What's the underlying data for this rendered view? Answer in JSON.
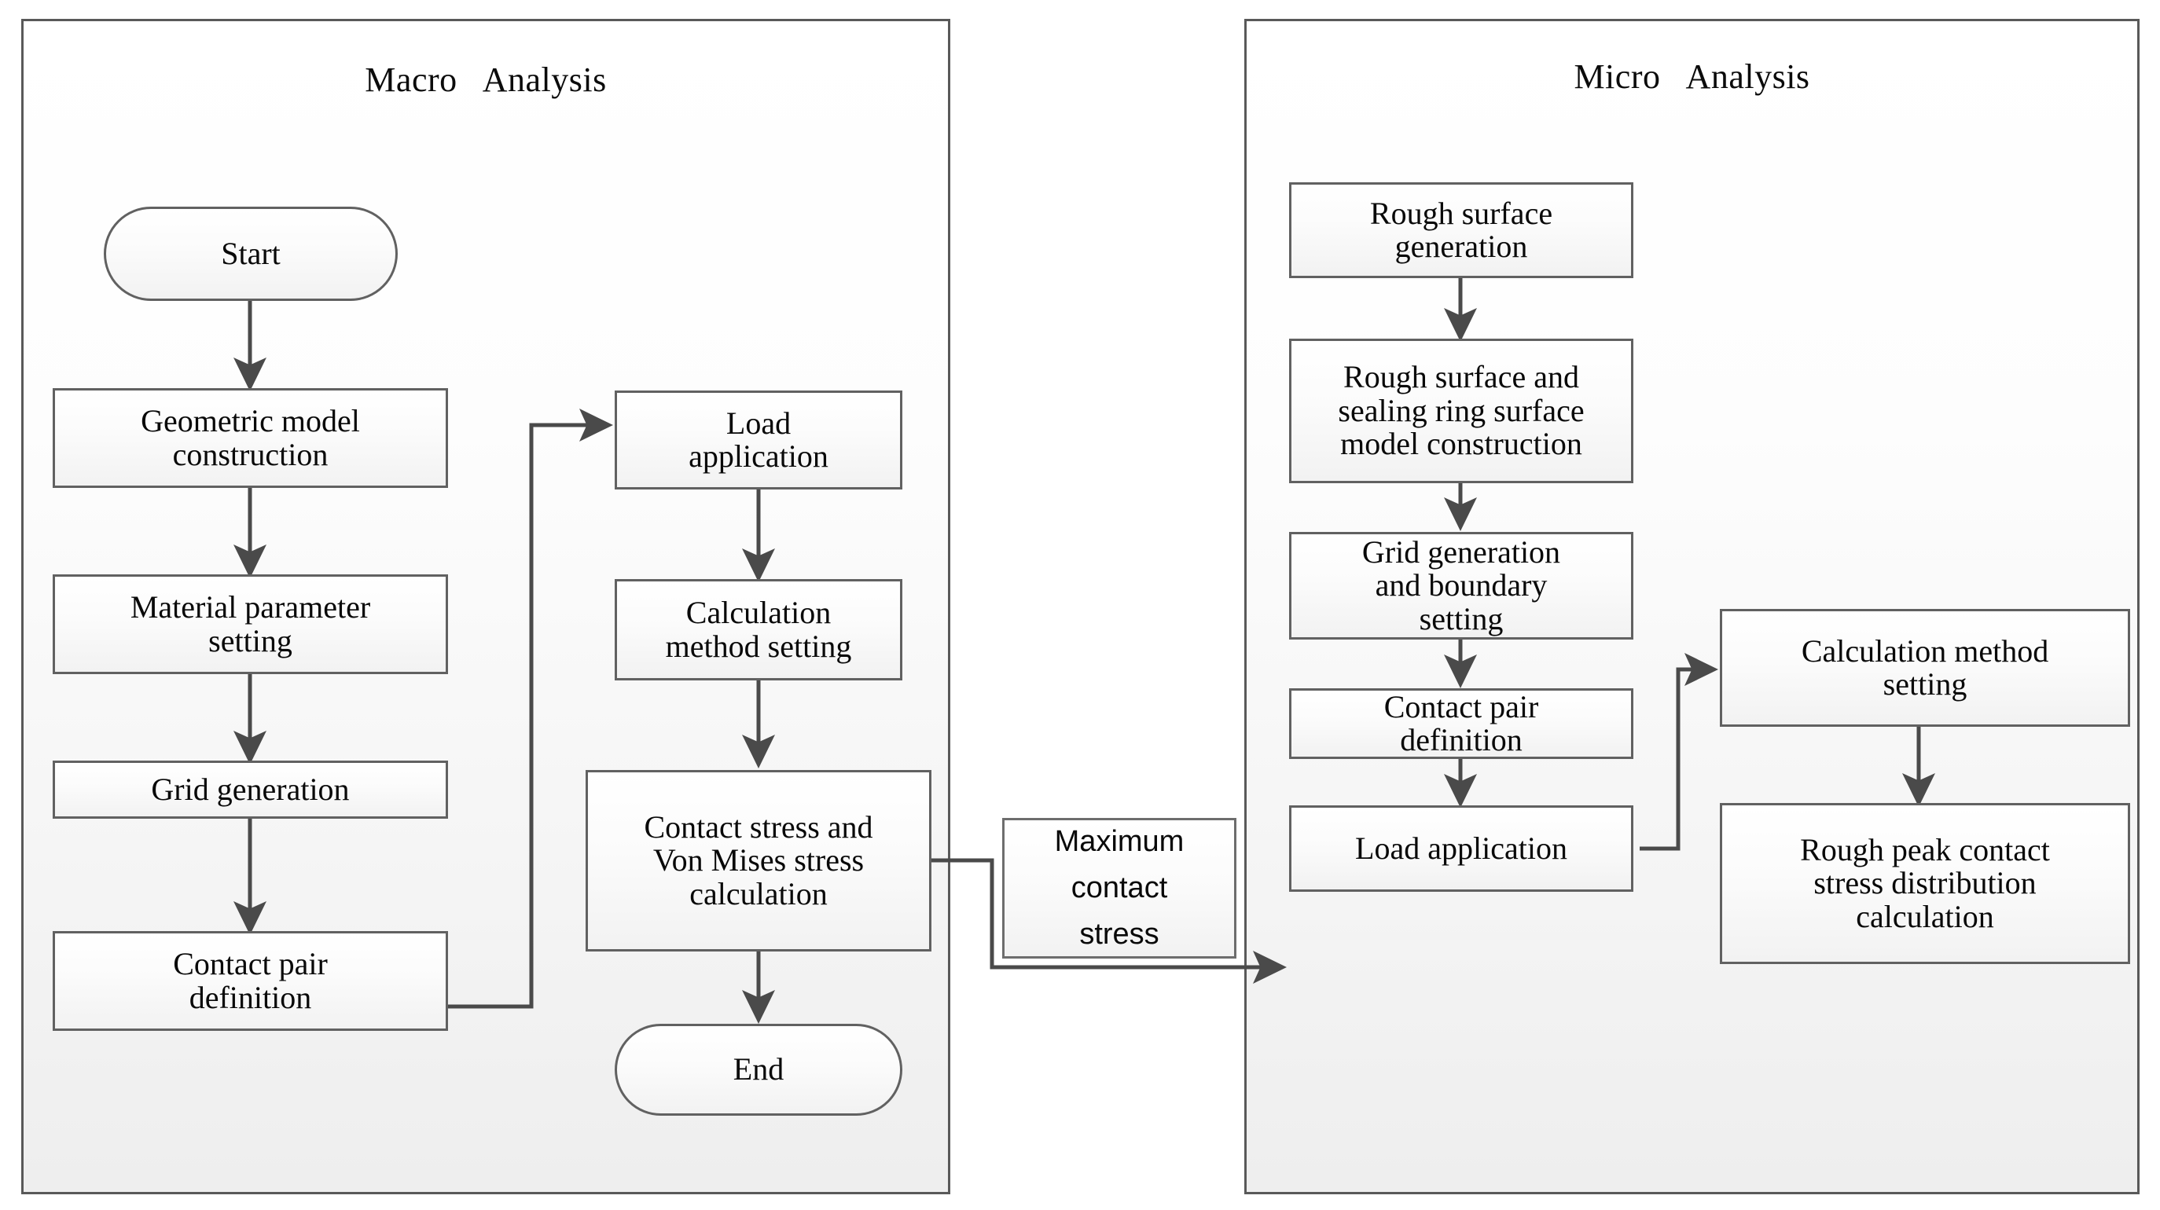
{
  "diagram": {
    "type": "flowchart",
    "title": "Macro and Micro Analysis flowchart",
    "panels": [
      {
        "id": "macro",
        "title": "Macro   Analysis",
        "nodes": [
          {
            "id": "start",
            "label": "Start",
            "shape": "terminal"
          },
          {
            "id": "geometric_model",
            "label": "Geometric model\nconstruction",
            "shape": "process"
          },
          {
            "id": "material_param",
            "label": "Material parameter\nsetting",
            "shape": "process"
          },
          {
            "id": "grid_generation",
            "label": "Grid generation",
            "shape": "process"
          },
          {
            "id": "contact_pair",
            "label": "Contact pair\ndefinition",
            "shape": "process"
          },
          {
            "id": "load_application",
            "label": "Load\napplication",
            "shape": "process"
          },
          {
            "id": "calc_method",
            "label": "Calculation\nmethod setting",
            "shape": "process"
          },
          {
            "id": "contact_stress",
            "label": "Contact stress and\nVon Mises stress\ncalculation",
            "shape": "process"
          },
          {
            "id": "end",
            "label": "End",
            "shape": "terminal"
          }
        ]
      },
      {
        "id": "micro",
        "title": "Micro   Analysis",
        "nodes": [
          {
            "id": "rough_surface_gen",
            "label": "Rough surface\ngeneration",
            "shape": "process"
          },
          {
            "id": "rough_sealing_model",
            "label": "Rough surface and\nsealing ring surface\nmodel construction",
            "shape": "process"
          },
          {
            "id": "grid_boundary",
            "label": "Grid generation\nand boundary\nsetting",
            "shape": "process"
          },
          {
            "id": "contact_pair_micro",
            "label": "Contact pair\ndefinition",
            "shape": "process"
          },
          {
            "id": "load_application_micro",
            "label": "Load application",
            "shape": "process"
          },
          {
            "id": "calc_method_micro",
            "label": "Calculation method\nsetting",
            "shape": "process"
          },
          {
            "id": "rough_peak",
            "label": "Rough peak contact\nstress distribution\ncalculation",
            "shape": "process"
          }
        ]
      }
    ],
    "bridge": {
      "id": "max_contact_stress",
      "label": "Maximum\ncontact\nstress",
      "shape": "process"
    },
    "colors": {
      "panel_border": "#595959",
      "node_border": "#616161",
      "connector": "#4a4a4a",
      "text": "#090909",
      "background": "#ffffff"
    }
  }
}
